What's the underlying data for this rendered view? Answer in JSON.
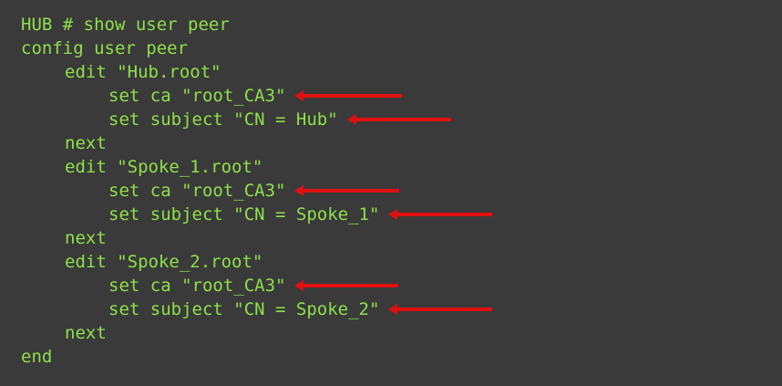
{
  "terminal": {
    "lines": [
      {
        "indent": 0,
        "text": "HUB # show user peer",
        "arrow": false
      },
      {
        "indent": 0,
        "text": "config user peer",
        "arrow": false
      },
      {
        "indent": 1,
        "text": "edit \"Hub.root\"",
        "arrow": false
      },
      {
        "indent": 2,
        "text": "set ca \"root_CA3\"",
        "arrow": true
      },
      {
        "indent": 2,
        "text": "set subject \"CN = Hub\"",
        "arrow": true
      },
      {
        "indent": 1,
        "text": "next",
        "arrow": false
      },
      {
        "indent": 1,
        "text": "edit \"Spoke_1.root\"",
        "arrow": false
      },
      {
        "indent": 2,
        "text": "set ca \"root_CA3\"",
        "arrow": true
      },
      {
        "indent": 2,
        "text": "set subject \"CN = Spoke_1\"",
        "arrow": true
      },
      {
        "indent": 1,
        "text": "next",
        "arrow": false
      },
      {
        "indent": 1,
        "text": "edit \"Spoke_2.root\"",
        "arrow": false
      },
      {
        "indent": 2,
        "text": "set ca \"root_CA3\"",
        "arrow": true
      },
      {
        "indent": 2,
        "text": "set subject \"CN = Spoke_2\"",
        "arrow": true
      },
      {
        "indent": 1,
        "text": "next",
        "arrow": false
      },
      {
        "indent": 0,
        "text": "end",
        "arrow": false
      }
    ]
  },
  "colors": {
    "background": "#3a3a3a",
    "text": "#8ee04a",
    "arrow": "#e01010"
  },
  "icons": {
    "annotation_arrow": "red-left-arrow-icon"
  }
}
